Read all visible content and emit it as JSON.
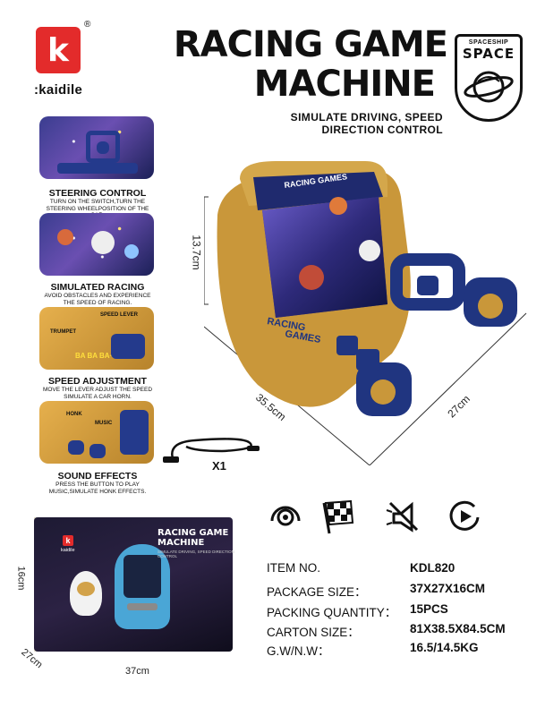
{
  "brand": {
    "logo_letter": "k",
    "reg_mark": "®",
    "name": ":kaidile"
  },
  "title": {
    "line1": "RACING GAME",
    "line2": "MACHINE"
  },
  "subtitle": {
    "line1": "SIMULATE DRIVING, SPEED",
    "line2": "DIRECTION CONTROL"
  },
  "badge": {
    "top": "SPACESHIP",
    "main": "SPACE"
  },
  "features": [
    {
      "title": "STEERING CONTROL",
      "desc": "TURN ON THE SWITCH,TURN THE STEERING WHEELPOSITION OF THE CAR."
    },
    {
      "title": "SIMULATED RACING",
      "desc": "AVOID OBSTACLES AND EXPERIENCE THE SPEED OF RACING."
    },
    {
      "title": "SPEED ADJUSTMENT",
      "desc": "MOVE THE LEVER ADJUST THE SPEED SIMULATE A CAR HORN.",
      "labels": {
        "lever": "SPEED LEVER",
        "trumpet": "TRUMPET",
        "sound": "BA BA BA~"
      }
    },
    {
      "title": "SOUND EFFECTS",
      "desc": "PRESS THE BUTTON TO PLAY MUSIC,SIMULATE HONK EFFECTS.",
      "labels": {
        "honk": "HONK",
        "music": "MUSIC"
      }
    }
  ],
  "product": {
    "dims": {
      "height": "13.7cm",
      "length": "35.5cm",
      "width": "27cm"
    },
    "screen_text": "RACING GAMES",
    "side_text1": "RACING",
    "side_text2": "GAMES"
  },
  "cable": {
    "qty": "X1"
  },
  "package": {
    "brand": "kaidile",
    "title1": "RACING GAME",
    "title2": "MACHINE",
    "sub": "SIMULATE DRIVING, SPEED DIRECTION CONTROL",
    "dims": {
      "height": "16cm",
      "depth": "27cm",
      "length": "37cm"
    }
  },
  "icons": [
    "steering-wheel-icon",
    "checkered-flag-icon",
    "sound-icon",
    "play-icon"
  ],
  "specs": [
    {
      "label": "ITEM NO.",
      "value": "KDL820"
    },
    {
      "label": "PACKAGE SIZE：",
      "value": "37X27X16CM"
    },
    {
      "label": "PACKING QUANTITY：",
      "value": "15PCS"
    },
    {
      "label": "CARTON SIZE：",
      "value": "81X38.5X84.5CM"
    },
    {
      "label": "G.W/N.W：",
      "value": "16.5/14.5KG"
    }
  ]
}
